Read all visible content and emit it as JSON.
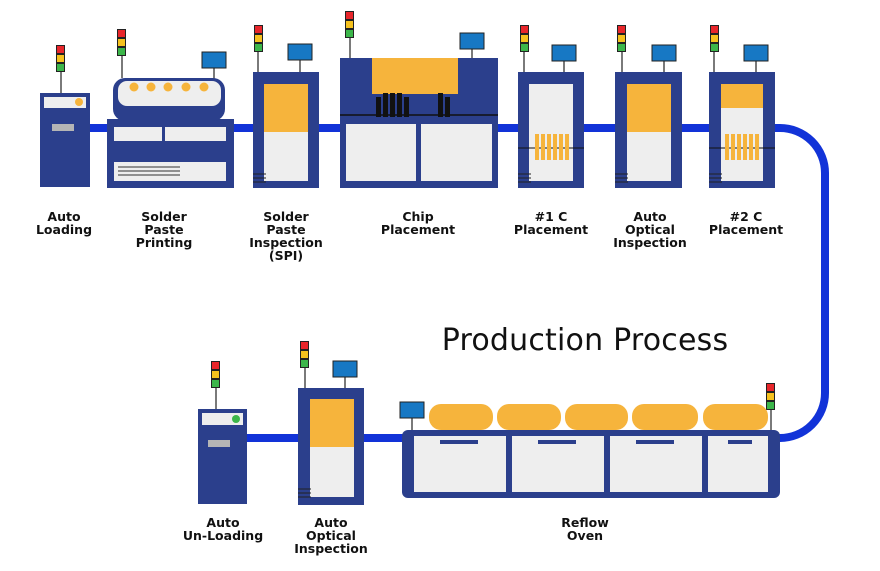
{
  "title": "Production Process",
  "colors": {
    "machine_blue": "#2B3F8C",
    "conveyor_blue": "#1233D8",
    "accent_orange": "#F6B43C",
    "panel_gray": "#EEEEEE",
    "monitor_blue": "#1778C4",
    "light_red": "#E8262B",
    "light_yellow": "#F6C21E",
    "light_green": "#3CB64A"
  },
  "stations": [
    {
      "id": "auto-loading",
      "lines": [
        "Auto",
        "Loading"
      ]
    },
    {
      "id": "solder-paste-printing",
      "lines": [
        "Solder",
        "Paste",
        "Printing"
      ]
    },
    {
      "id": "solder-paste-inspection",
      "lines": [
        "Solder",
        "Paste",
        "Inspection",
        "(SPI)"
      ]
    },
    {
      "id": "chip-placement",
      "lines": [
        "Chip",
        "Placement"
      ]
    },
    {
      "id": "1c-placement",
      "lines": [
        "#1 C",
        "Placement"
      ]
    },
    {
      "id": "auto-optical-inspection-1",
      "lines": [
        "Auto",
        "Optical",
        "Inspection"
      ]
    },
    {
      "id": "2c-placement",
      "lines": [
        "#2 C",
        "Placement"
      ]
    },
    {
      "id": "auto-unloading",
      "lines": [
        "Auto",
        "Un-Loading"
      ]
    },
    {
      "id": "auto-optical-inspection-2",
      "lines": [
        "Auto",
        "Optical",
        "Inspection"
      ]
    },
    {
      "id": "reflow-oven",
      "lines": [
        "Reflow",
        "Oven"
      ]
    }
  ]
}
